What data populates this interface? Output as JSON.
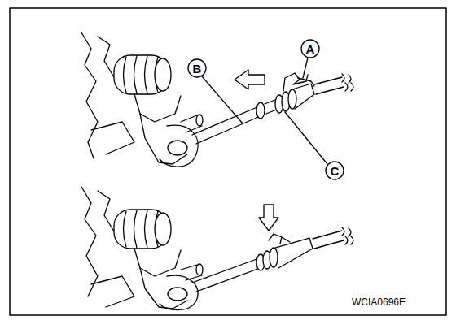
{
  "diagram": {
    "labels": [
      "A",
      "B",
      "C",
      "WCIA0696E"
    ]
  }
}
